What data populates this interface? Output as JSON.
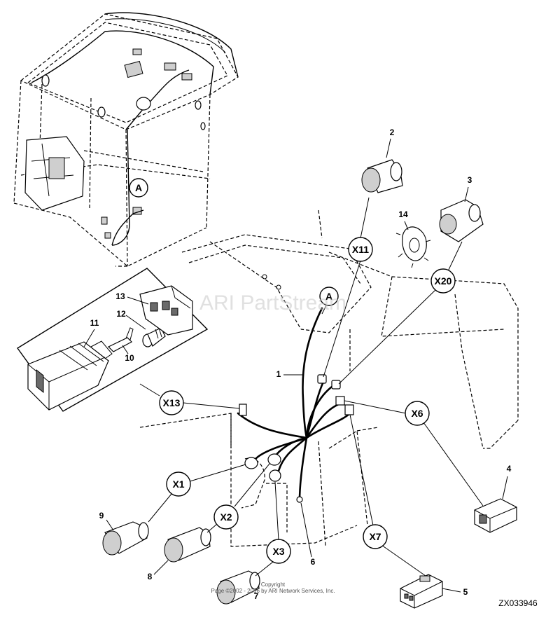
{
  "diagram_id": "ZX033946",
  "watermark": "ARI PartStream",
  "footer": {
    "line1": "Copyright",
    "line2": "Page ©2002 - 2016 by ARI Network Services, Inc."
  },
  "callouts": {
    "A_cab": "A",
    "A_main": "A",
    "X1": "X1",
    "X2": "X2",
    "X3": "X3",
    "X6": "X6",
    "X7": "X7",
    "X11": "X11",
    "X13": "X13",
    "X20": "X20"
  },
  "parts": {
    "p1": "1",
    "p2": "2",
    "p3": "3",
    "p4": "4",
    "p5": "5",
    "p6": "6",
    "p7": "7",
    "p8": "8",
    "p9": "9",
    "p10": "10",
    "p11": "11",
    "p12": "12",
    "p13": "13",
    "p14": "14"
  }
}
